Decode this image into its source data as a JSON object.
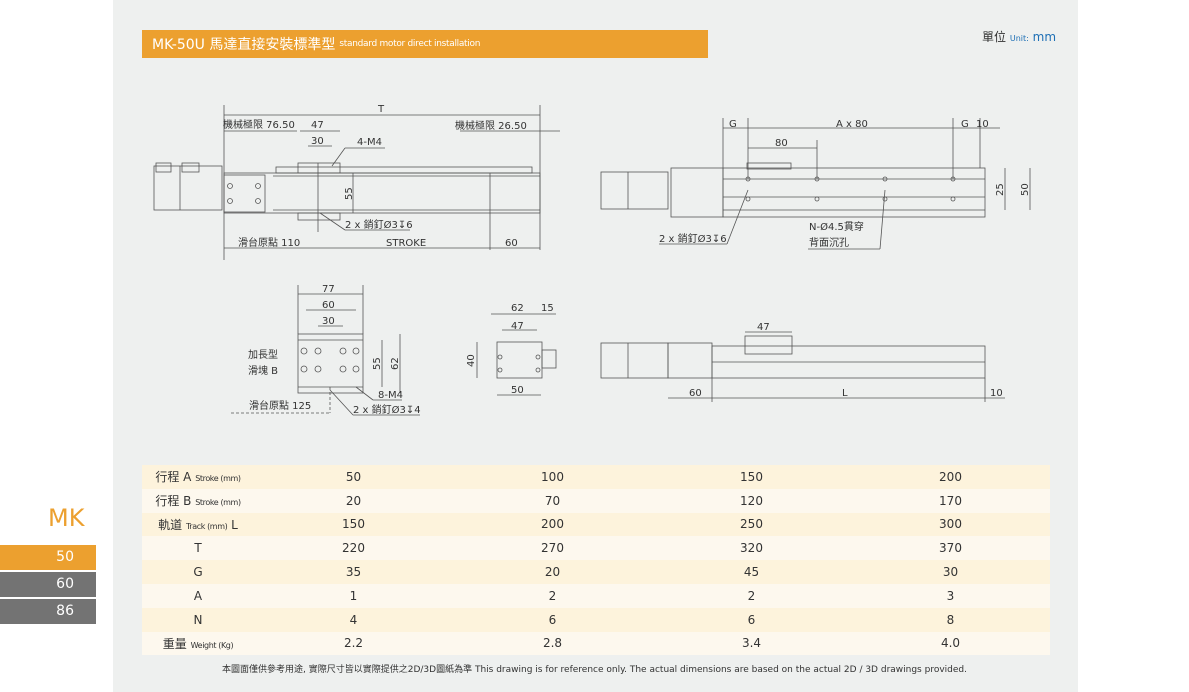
{
  "header": {
    "title": "MK-50U 馬達直接安裝標準型",
    "subtitle": "standard motor direct installation",
    "unit_label": "單位",
    "unit_en": "Unit:",
    "unit_value": "mm"
  },
  "sidebar": {
    "series": "MK",
    "items": [
      {
        "label": "50",
        "active": true
      },
      {
        "label": "60",
        "active": false
      },
      {
        "label": "86",
        "active": false
      }
    ],
    "colors": {
      "active": "#eca02f",
      "inactive": "#737373"
    }
  },
  "drawings": {
    "top_left": {
      "T": "T",
      "limit_left": "機械極限 76.50",
      "d47": "47",
      "d30": "30",
      "m4": "4-M4",
      "limit_right": "機械極限 26.50",
      "d55": "55",
      "pin": "2 x 銷釘Ø3↧6",
      "origin": "滑台原點 110",
      "stroke": "STROKE",
      "d60": "60"
    },
    "top_right": {
      "G1": "G",
      "Ax80": "A x 80",
      "G2": "G",
      "d10": "10",
      "d80": "80",
      "d25": "25",
      "d50": "50",
      "pin": "2 x 銷釘Ø3↧6",
      "hole1": "N-Ø4.5貫穿",
      "hole2": "背面沉孔"
    },
    "slider_b": {
      "d77": "77",
      "d60": "60",
      "d30": "30",
      "name1": "加長型",
      "name2": "滑塊 B",
      "d55": "55",
      "d62": "62",
      "m4": "8-M4",
      "origin": "滑台原點 125",
      "pin": "2 x 銷釘Ø3↧4"
    },
    "end_view": {
      "d62": "62",
      "d15": "15",
      "d47": "47",
      "d40": "40",
      "d50": "50"
    },
    "side_view": {
      "d47": "47",
      "d60": "60",
      "L": "L",
      "d10": "10"
    }
  },
  "spec_table": {
    "rows": [
      {
        "label": "行程 A",
        "label_en": "Stroke (mm)",
        "suffix": "",
        "values": [
          "50",
          "100",
          "150",
          "200"
        ]
      },
      {
        "label": "行程 B",
        "label_en": "Stroke (mm)",
        "suffix": "",
        "values": [
          "20",
          "70",
          "120",
          "170"
        ]
      },
      {
        "label": "軌道",
        "label_en": "Track (mm)",
        "suffix": "L",
        "values": [
          "150",
          "200",
          "250",
          "300"
        ]
      },
      {
        "label": "T",
        "label_en": "",
        "suffix": "",
        "values": [
          "220",
          "270",
          "320",
          "370"
        ]
      },
      {
        "label": "G",
        "label_en": "",
        "suffix": "",
        "values": [
          "35",
          "20",
          "45",
          "30"
        ]
      },
      {
        "label": "A",
        "label_en": "",
        "suffix": "",
        "values": [
          "1",
          "2",
          "2",
          "3"
        ]
      },
      {
        "label": "N",
        "label_en": "",
        "suffix": "",
        "values": [
          "4",
          "6",
          "6",
          "8"
        ]
      },
      {
        "label": "重量",
        "label_en": "Weight (Kg)",
        "suffix": "",
        "values": [
          "2.2",
          "2.8",
          "3.4",
          "4.0"
        ]
      }
    ]
  },
  "footer": "本圖面僅供參考用途, 實際尺寸皆以實際提供之2D/3D圖紙為準 This drawing is for reference only. The actual dimensions are based on the actual 2D / 3D drawings provided."
}
